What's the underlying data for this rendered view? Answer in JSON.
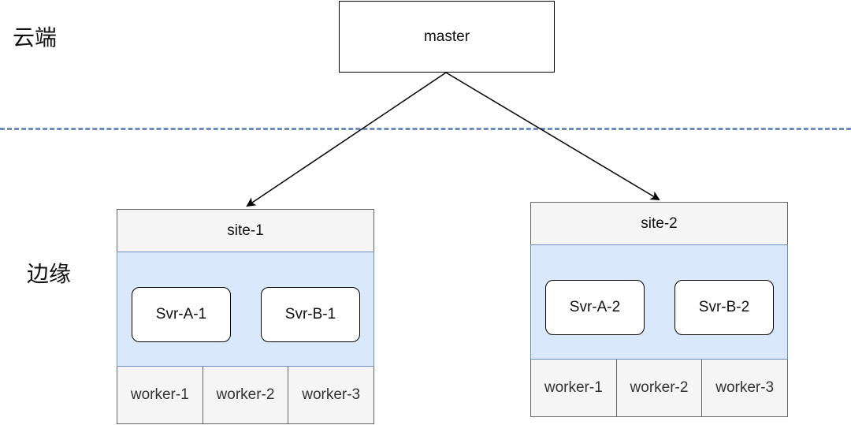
{
  "zones": {
    "cloud": "云端",
    "edge": "边缘"
  },
  "master": {
    "label": "master"
  },
  "sites": [
    {
      "title": "site-1",
      "services": [
        "Svr-A-1",
        "Svr-B-1"
      ],
      "workers": [
        "worker-1",
        "worker-2",
        "worker-3"
      ]
    },
    {
      "title": "site-2",
      "services": [
        "Svr-A-2",
        "Svr-B-2"
      ],
      "workers": [
        "worker-1",
        "worker-2",
        "worker-3"
      ]
    }
  ],
  "colors": {
    "divider": "#6c8ebf",
    "service_area": "#dae8fc",
    "header_fill": "#f5f5f5"
  }
}
